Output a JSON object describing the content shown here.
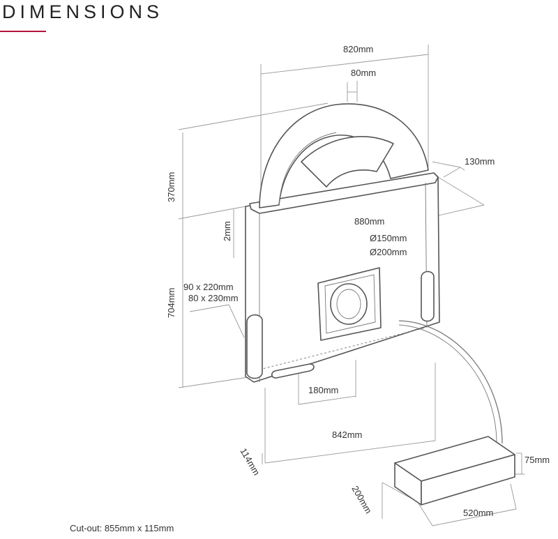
{
  "title": "DIMENSIONS",
  "accent_color": "#b5123c",
  "labels": {
    "width_top": "820mm",
    "arc_width": "80mm",
    "side_depth": "130mm",
    "height_upper": "370mm",
    "gap": "2mm",
    "depth": "880mm",
    "diam_inner": "Ø150mm",
    "diam_outer": "Ø200mm",
    "handle_size_1": "90 x 220mm",
    "handle_size_2": "80 x 230mm",
    "height_lower": "704mm",
    "slot": "180mm",
    "width_bottom": "842mm",
    "base_depth": "114mm",
    "box_height": "75mm",
    "box_depth": "200mm",
    "box_width": "520mm"
  },
  "footer": "Cut-out: 855mm x 115mm"
}
